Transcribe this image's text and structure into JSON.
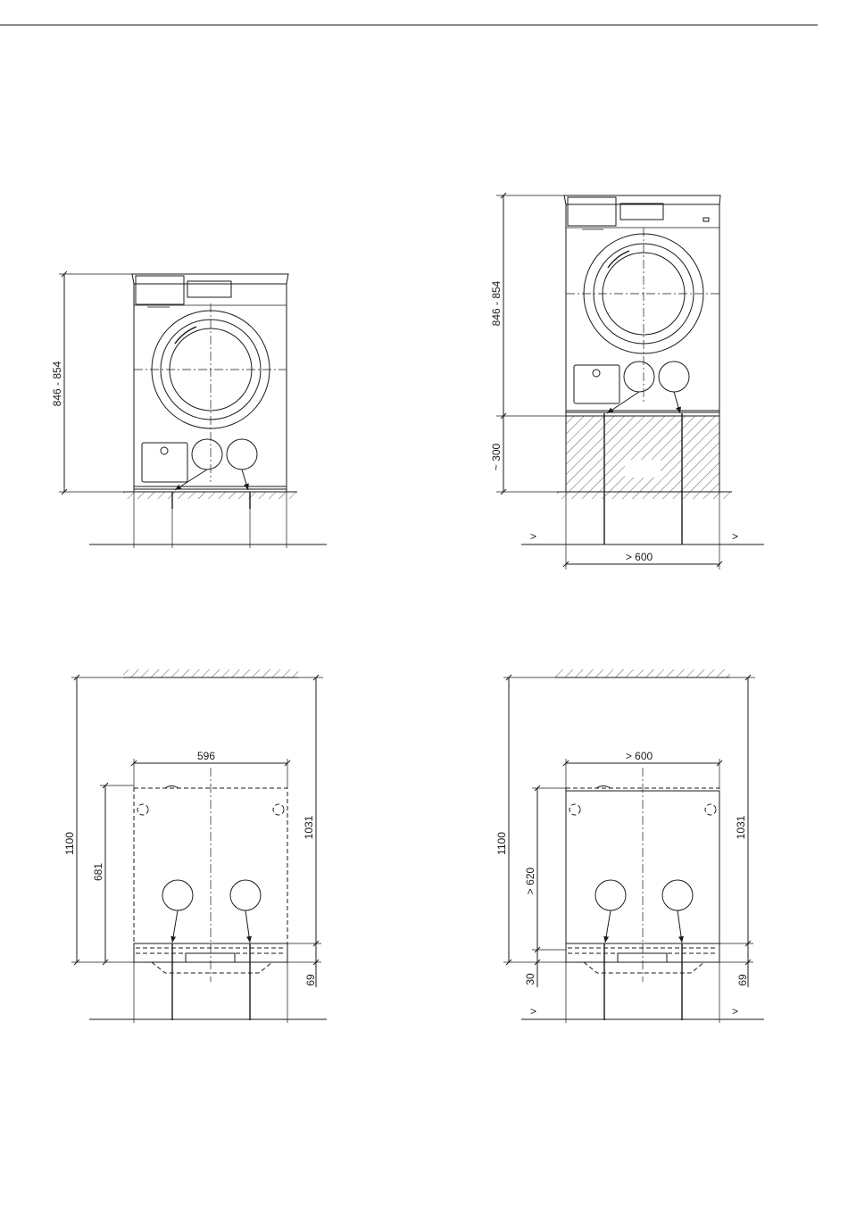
{
  "colors": {
    "line": "#1a1a1a",
    "background": "#ffffff"
  },
  "top_left_view": {
    "height_dim": "846 - 854"
  },
  "top_right_view": {
    "height_dim": "846 - 854",
    "plinth_dim": "~ 300",
    "width_dim": "> 600",
    "side_left": ">",
    "side_right": ">"
  },
  "bottom_left_view": {
    "depth_total": "1100",
    "width_dim": "596",
    "depth_body": "681",
    "depth_overall": "1031",
    "rear_dim": "69"
  },
  "bottom_right_view": {
    "depth_total": "1100",
    "width_dim": "> 600",
    "depth_body": "> 620",
    "depth_overall": "1031",
    "rear_dim": "69",
    "front_gap": "30",
    "side_left": ">",
    "side_right": ">"
  }
}
